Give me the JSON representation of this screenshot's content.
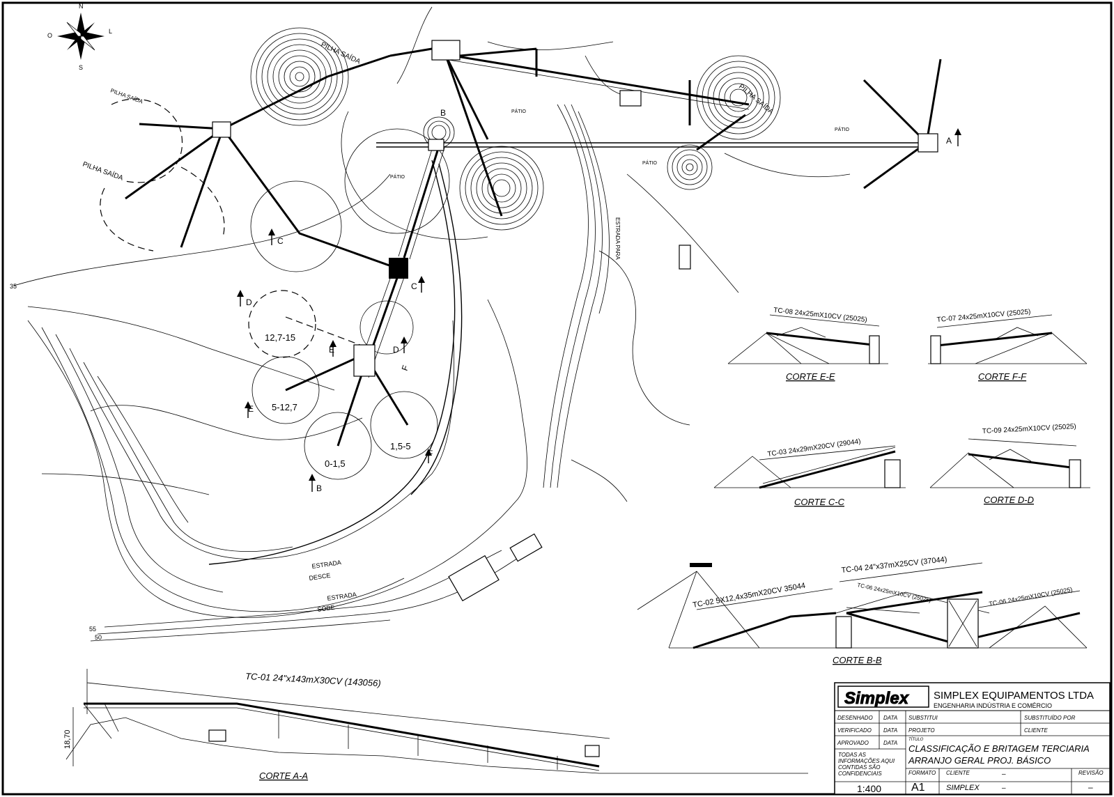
{
  "compass": {
    "north": "N",
    "south": "S",
    "east": "L",
    "west": "O"
  },
  "plan_labels": {
    "pilha_saida_1": "PILHA SAÍDA",
    "pilha_saida_2": "PILHA SAÍDA",
    "pilha_saida_3": "PILHA SAÍDA",
    "pilha_saida_4": "PILHA SAÍDA",
    "patio_1": "PÁTIO",
    "patio_2": "PÁTIO",
    "patio_3": "PÁTIO",
    "patio_4": "PÁTIO",
    "pile_12_15": "12,7-15",
    "pile_5_12": "5-12,7",
    "pile_0_1": "0-1,5",
    "pile_1_5": "1,5-5",
    "estrada_desce_1": "ESTRADA",
    "estrada_desce_2": "DESCE",
    "estrada_sobe_1": "ESTRADA",
    "estrada_sobe_2": "SOBE",
    "estrada_para": "ESTRADA PARA",
    "contour_35": "35",
    "contour_55": "55",
    "contour_50": "50"
  },
  "section_markers": {
    "a": "A",
    "b_top": "B",
    "b_bottom": "B",
    "c1": "C",
    "c2": "C",
    "d1": "D",
    "d2": "D",
    "e1": "E",
    "e2": "E",
    "f1": "F",
    "f2": "F"
  },
  "sections": {
    "ee": {
      "title": "CORTE E-E",
      "conveyor": "TC-08  24x25mX10CV (25025)"
    },
    "ff": {
      "title": "CORTE F-F",
      "conveyor": "TC-07  24x25mX10CV (25025)"
    },
    "cc": {
      "title": "CORTE C-C",
      "conveyor": "TC-03  24x29mX20CV (29044)"
    },
    "dd": {
      "title": "CORTE D-D",
      "conveyor": "TC-09  24x25mX10CV (25025)"
    },
    "bb": {
      "title": "CORTE B-B",
      "conveyor_1": "TC-02  5X12,4x35mX20CV  35044",
      "conveyor_2": "TC-04  24\"x37mX25CV  (37044)",
      "conveyor_3": "TC-06  24x25mX10CV (25025)",
      "conveyor_4": "TC-06  24x25mX10CV (25025)"
    },
    "aa": {
      "title": "CORTE A-A",
      "conveyor": "TC-01  24\"x143mX30CV  (143056)",
      "height": "18,70"
    }
  },
  "title_block": {
    "logo": "Simplex",
    "company": "SIMPLEX EQUIPAMENTOS LTDA",
    "subtitle": "ENGENHARIA INDÚSTRIA E COMÉRCIO",
    "desenhado": "DESENHADO",
    "verificado": "VERIFICADO",
    "aprovado": "APROVADO",
    "data_1": "DATA",
    "data_2": "DATA",
    "data_3": "DATA",
    "substitui": "SUBSTITUI",
    "substituido_por": "SUBSTITUÍDO POR",
    "projeto": "PROJETO",
    "cliente_label": "CLIENTE",
    "titulo_label": "TÍTULO",
    "title_line_1": "CLASSIFICAÇÃO E BRITAGEM TERCIARIA",
    "title_line_2": "ARRANJO GERAL PROJ. BÁSICO",
    "note_1": "TODAS AS",
    "note_2": "INFORMAÇÕES AQUI",
    "note_3": "CONTIDAS SÃO",
    "note_4": "CONFIDENCIAIS",
    "formato_label": "FORMATO",
    "formato": "A1",
    "cliente_2": "CLIENTE",
    "cliente_dash": "–",
    "cliente_value": "SIMPLEX",
    "cliente_value_dash": "–",
    "revisao_label": "REVISÃO",
    "revisao": "–",
    "scale": "1:400"
  }
}
